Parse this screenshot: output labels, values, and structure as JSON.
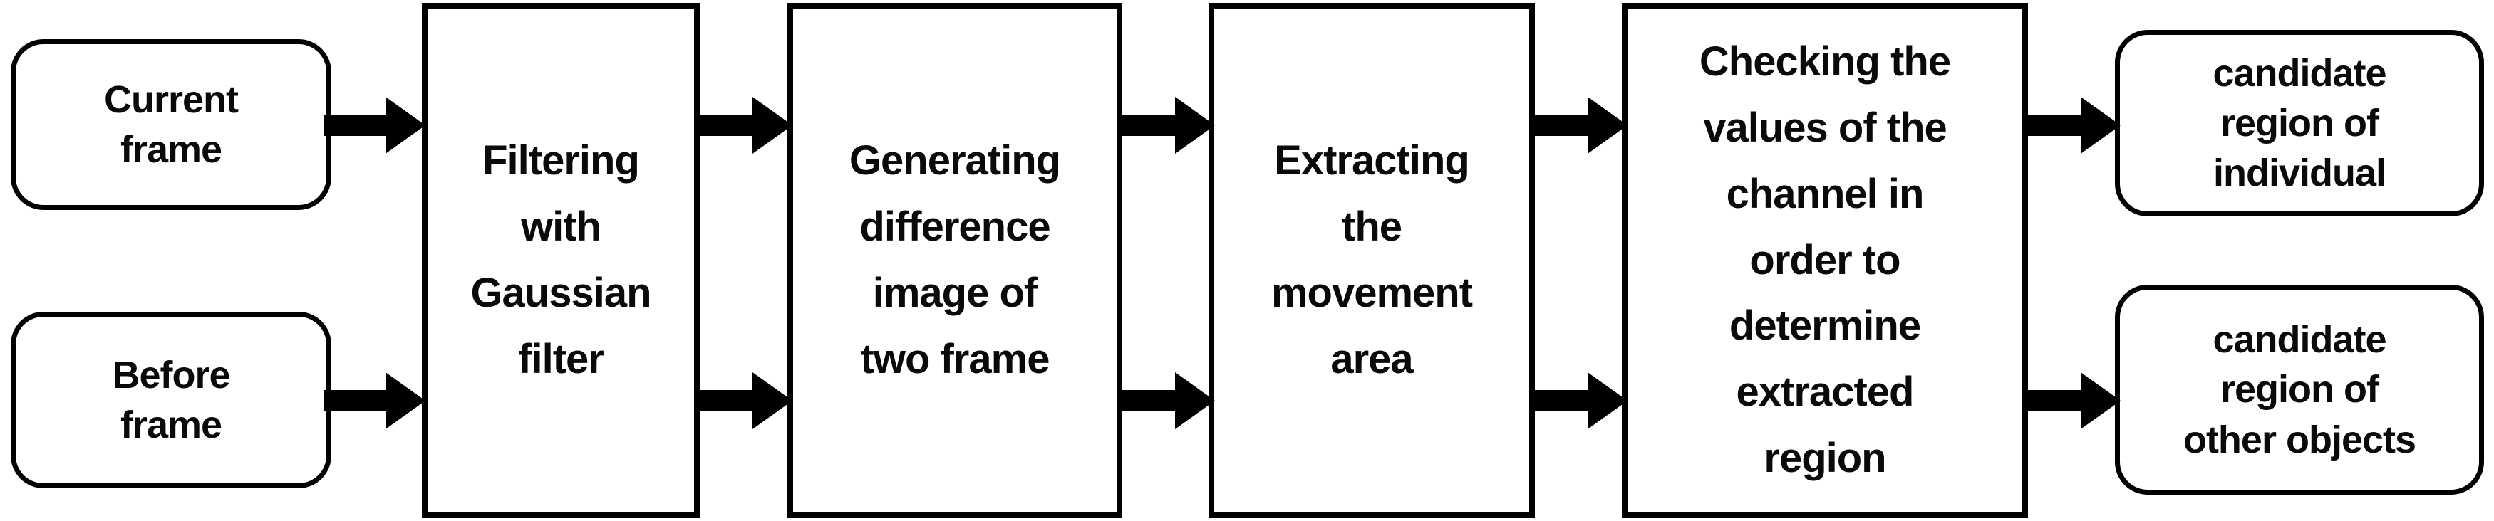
{
  "diagram": {
    "title": "Movement-based candidate region extraction flowchart",
    "colors": {
      "background": "#ffffff",
      "stroke": "#000000",
      "text": "#0a0a0a"
    },
    "inputs": [
      {
        "label": "Current\nframe"
      },
      {
        "label": "Before\nframe"
      }
    ],
    "steps": [
      {
        "label": "Filtering\nwith\nGaussian\nfilter"
      },
      {
        "label": "Generating\ndifference\nimage of\ntwo frame"
      },
      {
        "label": "Extracting\nthe\nmovement\narea"
      },
      {
        "label": "Checking the\nvalues of the\nchannel in\norder to\ndetermine\nextracted\nregion"
      }
    ],
    "outputs": [
      {
        "label": "candidate\nregion of\nindividual"
      },
      {
        "label": "candidate\nregion of\nother objects"
      }
    ]
  }
}
